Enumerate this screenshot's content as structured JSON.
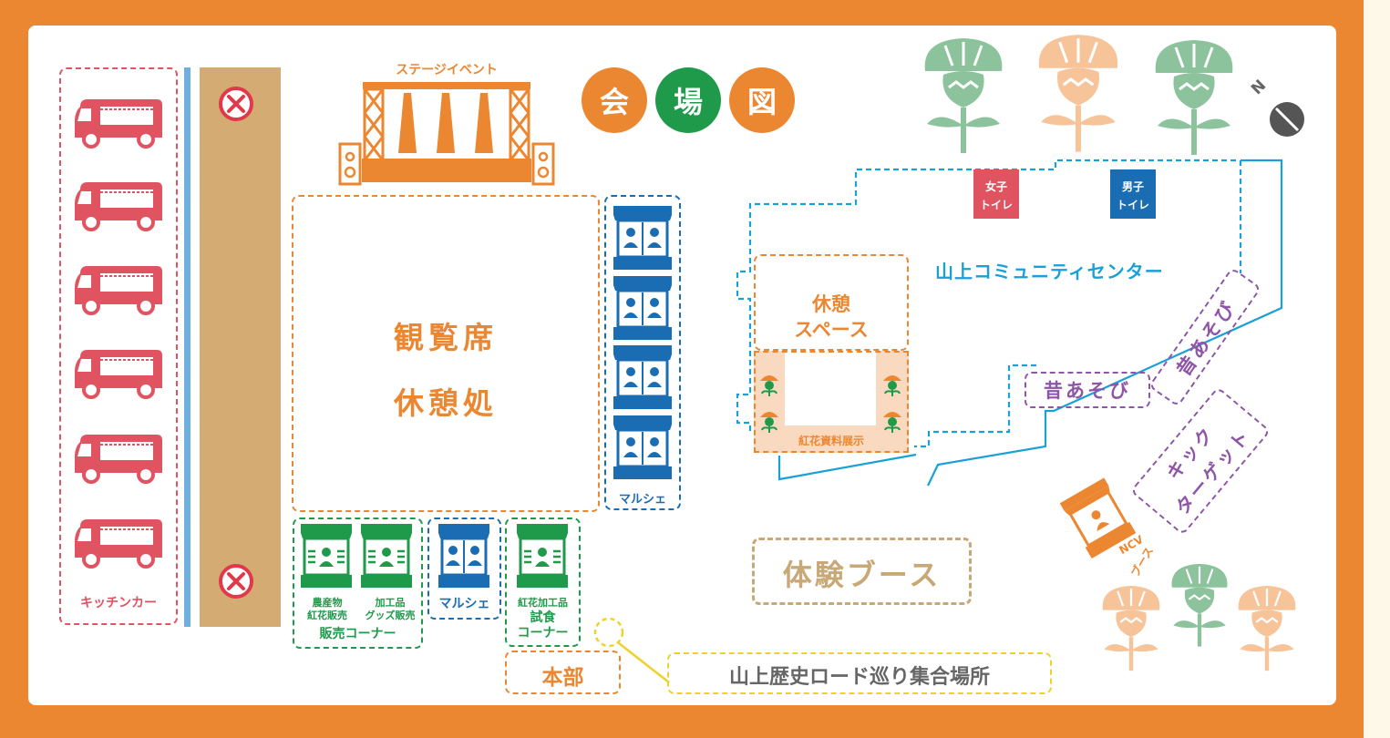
{
  "title": {
    "chars": [
      "会",
      "場",
      "図"
    ]
  },
  "areas": {
    "kitchen_car": "キッチンカー",
    "stage_event": "ステージイベント",
    "seating": "観覧席",
    "rest_area": "休憩処",
    "marche_right": "マルシェ",
    "marche_bottom": "マルシェ",
    "farm_products": "農産物",
    "benibana_sales": "紅花販売",
    "processed_goods": "加工品",
    "goods_sales": "グッズ販売",
    "sales_corner": "販売コーナー",
    "benibana_processed": "紅花加工品",
    "tasting": "試食",
    "tasting_corner": "コーナー",
    "headquarters": "本部",
    "meeting_point": "山上歴史ロード巡り集合場所",
    "experience_booth": "体験ブース",
    "community_center": "山上コミュニティセンター",
    "women_toilet_1": "女子",
    "women_toilet_2": "トイレ",
    "men_toilet_1": "男子",
    "men_toilet_2": "トイレ",
    "lounge_1": "休憩",
    "lounge_2": "スペース",
    "benibana_exhibit": "紅花資料展示",
    "old_games_1": "昔あそび",
    "old_games_2": "昔あそび",
    "kick_target_1": "キック",
    "kick_target_2": "ターゲット",
    "ncv_1": "NCV",
    "ncv_2": "ブース",
    "north": "N"
  },
  "colors": {
    "frame": "#ec8731",
    "orange": "#ec8731",
    "green": "#1f9a4a",
    "red": "#e05462",
    "blue": "#1a6db3",
    "cyan": "#1aa0d8",
    "purple": "#8e55a8",
    "tan": "#c9a877",
    "yellow": "#f0d12a",
    "flower_green": "#8cc39c",
    "flower_orange": "#f7c49a"
  },
  "icons": [
    "food-truck-icon",
    "no-entry-icon",
    "stage-icon",
    "booth-icon",
    "flower-icon",
    "compass-icon"
  ]
}
